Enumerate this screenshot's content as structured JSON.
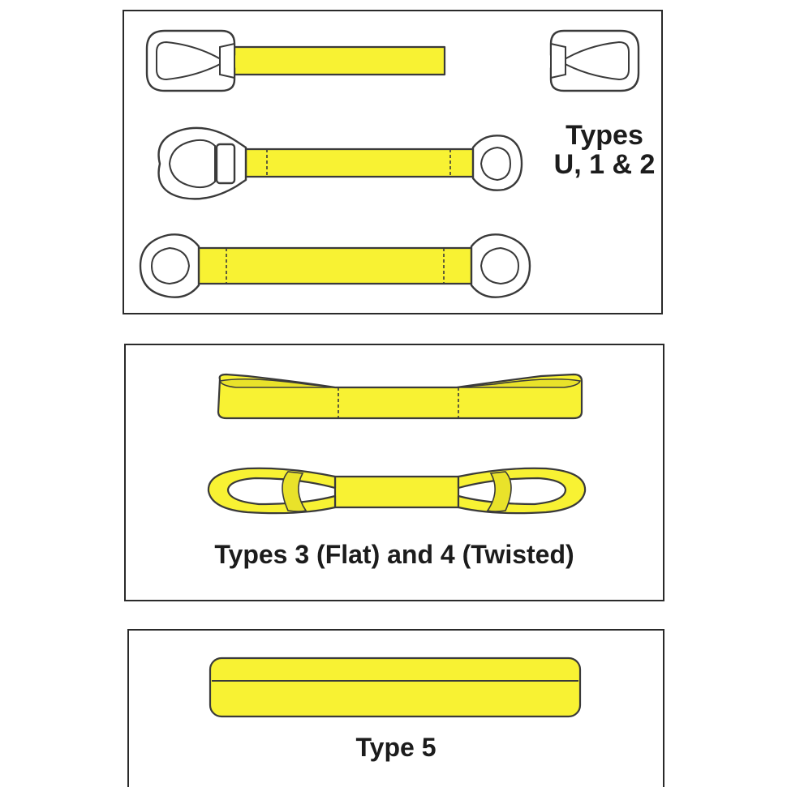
{
  "colors": {
    "webbing": "#f8f233",
    "outline": "#3a3a3a",
    "hardware_fill": "#ffffff"
  },
  "panels": [
    {
      "label_lines": [
        "Types",
        "U, 1 & 2"
      ],
      "slings": [
        "hardware-sling-type-u",
        "hardware-sling-type-1",
        "hardware-sling-type-2"
      ]
    },
    {
      "label": "Types 3 (Flat) and 4 (Twisted)",
      "slings": [
        "eye-sling-flat",
        "eye-sling-twisted"
      ]
    },
    {
      "label": "Type 5",
      "slings": [
        "endless-sling"
      ]
    }
  ]
}
